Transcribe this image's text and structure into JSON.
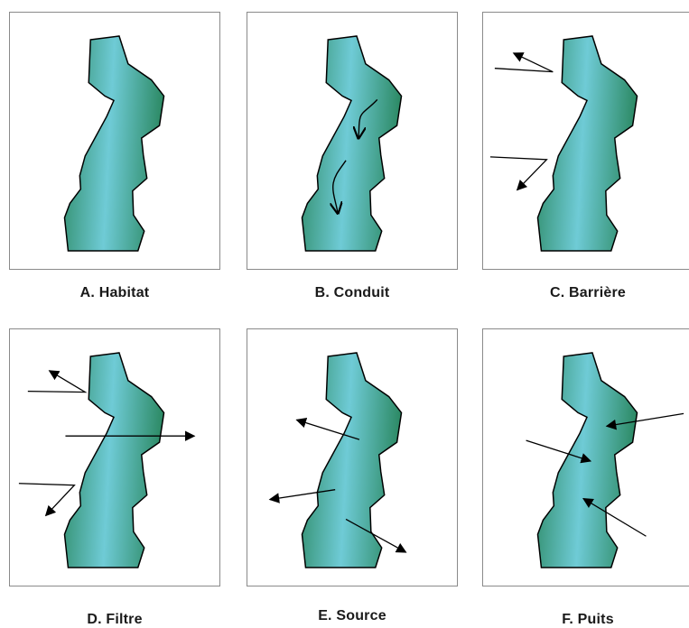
{
  "colors": {
    "habitat_edge": "#2e8b67",
    "habitat_center": "#6fcbd6",
    "outline": "#000000",
    "panel_border": "#8a8a8a"
  },
  "panels": [
    {
      "key": "A",
      "caption": "A. Habitat"
    },
    {
      "key": "B",
      "caption": "B. Conduit"
    },
    {
      "key": "C",
      "caption": "C. Barrière"
    },
    {
      "key": "D",
      "caption": "D. Filtre"
    },
    {
      "key": "E",
      "caption": "E. Source"
    },
    {
      "key": "F",
      "caption": "F. Puits"
    }
  ]
}
